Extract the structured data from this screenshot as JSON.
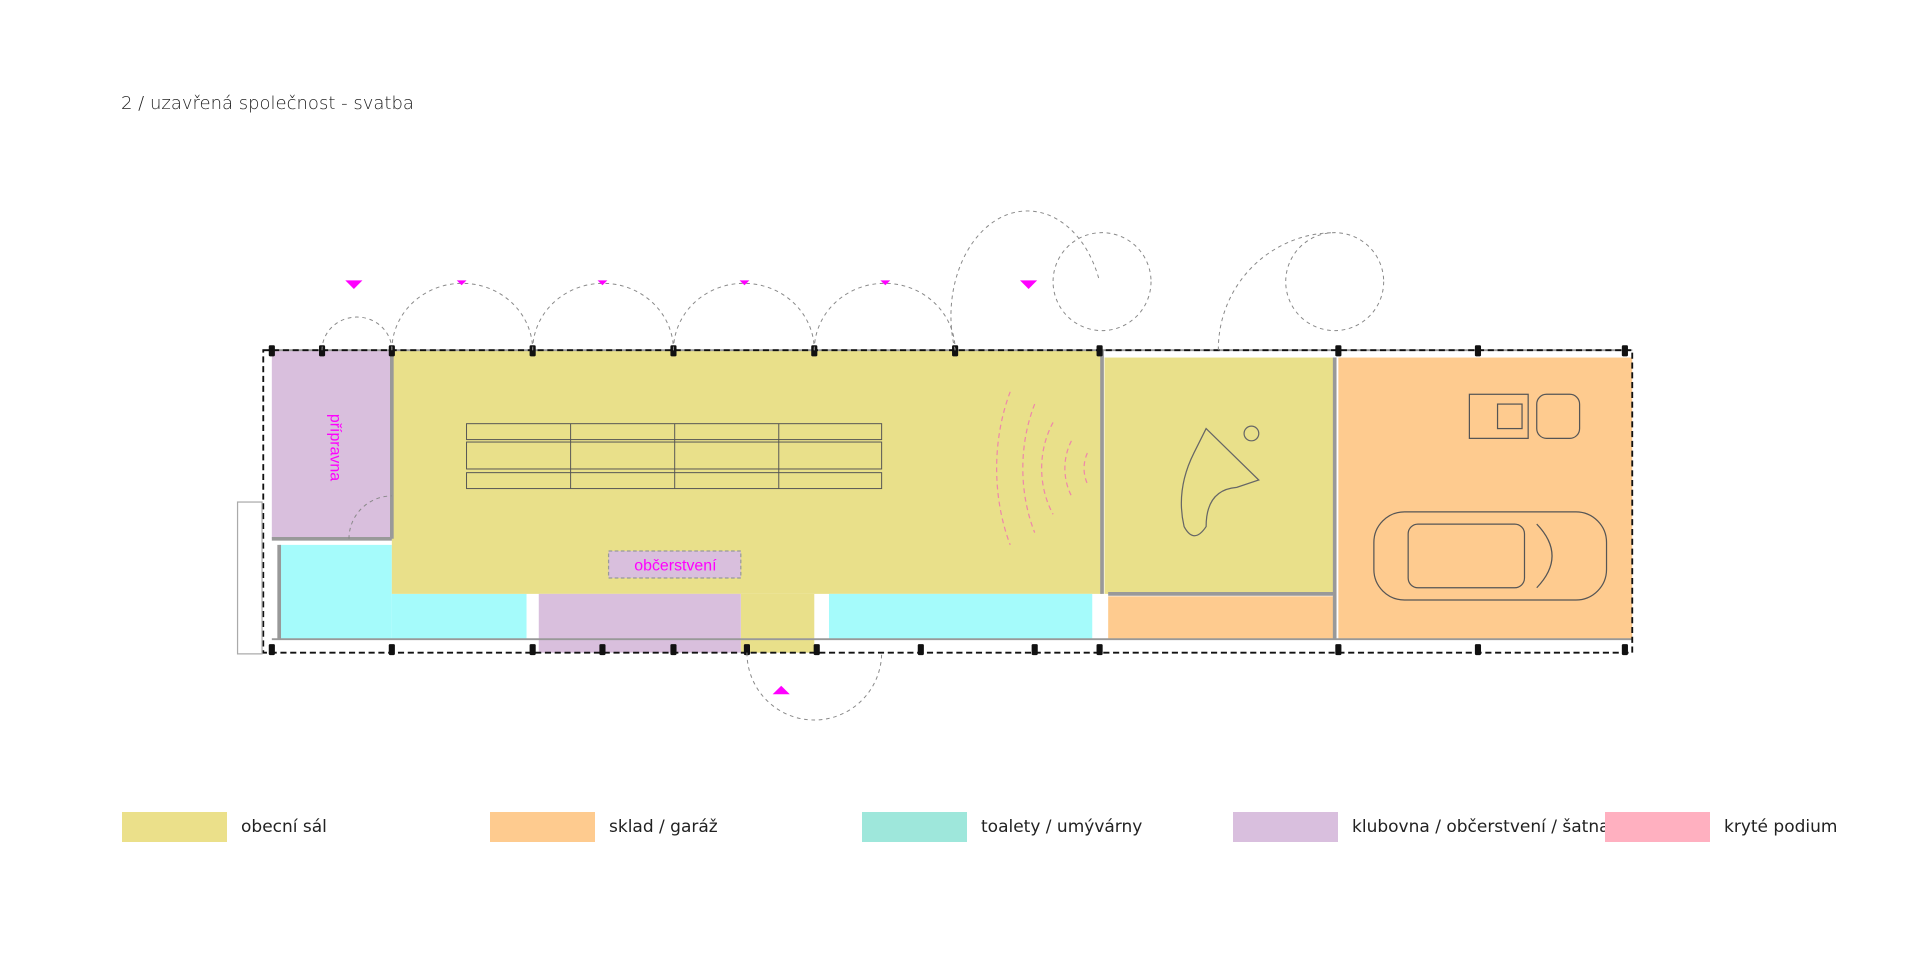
{
  "title": "2 / uzavřená společnost - svatba",
  "room_labels": {
    "pripravna": "přípravna",
    "obcerstveni": "občerstvení"
  },
  "legend": [
    {
      "label": "obecní sál",
      "color": "#ebe08a"
    },
    {
      "label": "sklad / garáž",
      "color": "#fecb8f"
    },
    {
      "label": "toalety / umývárny",
      "color": "#9ee7db"
    },
    {
      "label": "klubovna / občerstvení / šatna",
      "color": "#d9bfde"
    },
    {
      "label": "kryté podium",
      "color": "#ffb0c0"
    }
  ],
  "colors": {
    "hall": "#e9e08a",
    "storage": "#fecb8f",
    "toilets": "#a5fbfb",
    "club": "#d9bfdd",
    "marker": "#ff00ff"
  }
}
